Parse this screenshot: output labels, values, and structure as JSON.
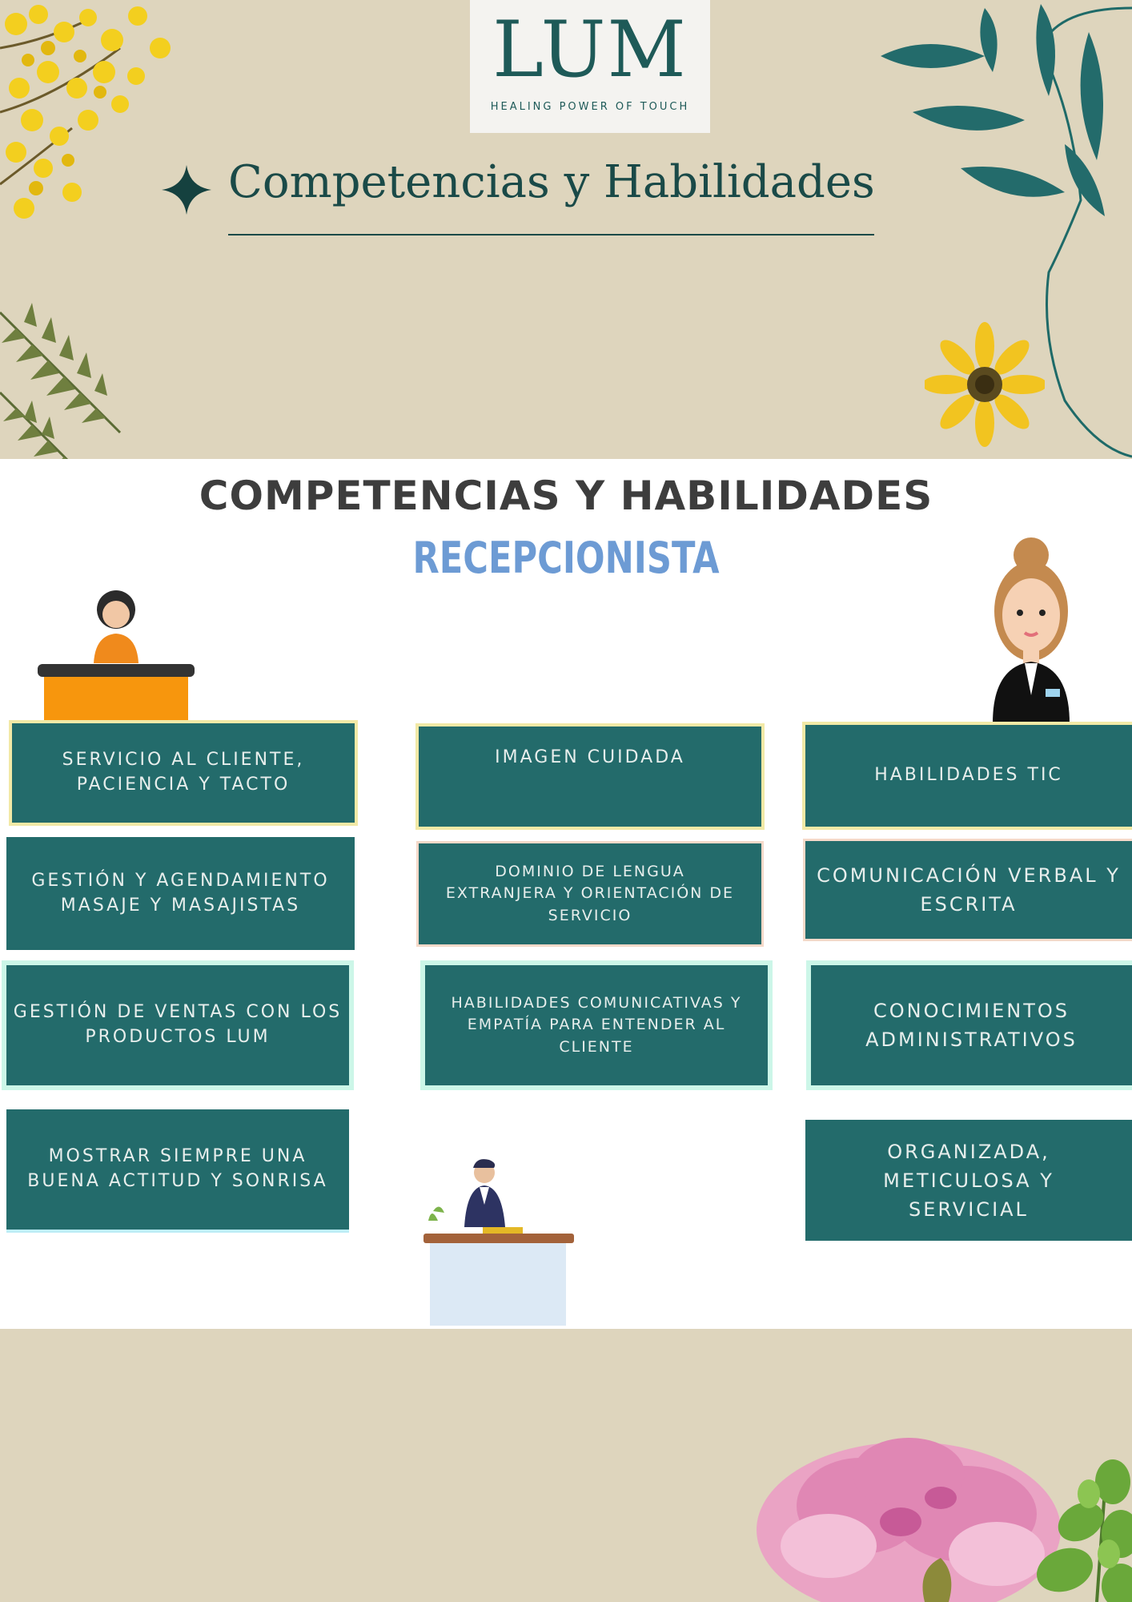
{
  "logo": {
    "mark": "LUM",
    "tagline": "HEALING POWER OF TOUCH"
  },
  "header": {
    "title": "Competencias y Habilidades"
  },
  "panel": {
    "heading": "COMPETENCIAS Y HABILIDADES",
    "subheading": "RECEPCIONISTA"
  },
  "skills": {
    "left": [
      "SERVICIO AL CLIENTE,\nPACIENCIA Y TACTO",
      "GESTIÓN Y AGENDAMIENTO\nMASAJE Y MASAJISTAS",
      "GESTIÓN DE VENTAS CON LOS\nPRODUCTOS LUM",
      "MOSTRAR SIEMPRE UNA\nBUENA ACTITUD Y SONRISA"
    ],
    "middle": [
      "IMAGEN CUIDADA",
      "DOMINIO DE LENGUA\nEXTRANJERA Y ORIENTACIÓN DE\nSERVICIO",
      "HABILIDADES COMUNICATIVAS Y\nEMPATÍA PARA ENTENDER AL\nCLIENTE"
    ],
    "right": [
      "HABILIDADES TIC",
      "COMUNICACIÓN VERBAL Y\nESCRITA",
      "CONOCIMIENTOS\nADMINISTRATIVOS",
      "ORGANIZADA,\nMETICULOSA Y\nSERVICIAL"
    ]
  },
  "colors": {
    "background": "#ded5bd",
    "accent": "#236b6b",
    "card_text": "#e7eeec",
    "title": "#1a4a48"
  },
  "icons": [
    "mimosa-branch-icon",
    "fern-leaf-icon",
    "teal-leaves-icon",
    "yellow-flower-icon",
    "pink-peony-icon",
    "mint-leaves-icon",
    "sparkle-icon",
    "receptionist-desk-icon",
    "receptionist-woman-icon",
    "receptionist-man-icon"
  ]
}
